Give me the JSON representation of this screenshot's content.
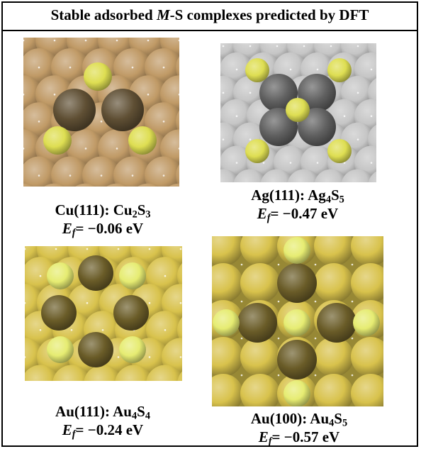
{
  "header": {
    "prefix": "Stable adsorbed ",
    "italic": "M",
    "suffix": "-S complexes predicted by DFT"
  },
  "panels": [
    {
      "id": "cu111",
      "surface": "Cu(111): ",
      "formula": [
        {
          "t": "Cu"
        },
        {
          "s": "2"
        },
        {
          "t": "S"
        },
        {
          "s": "3"
        }
      ],
      "ef_symbol": "E",
      "ef_sub": "f",
      "ef_value": "= −0.06 eV",
      "colors": {
        "substrate": "#c09a66",
        "cluster": "#5f4f34",
        "sulfur": "#dede52"
      }
    },
    {
      "id": "ag111",
      "surface": "Ag(111): ",
      "formula": [
        {
          "t": "Ag"
        },
        {
          "s": "4"
        },
        {
          "t": "S"
        },
        {
          "s": "5"
        }
      ],
      "ef_symbol": "E",
      "ef_sub": "f",
      "ef_value": "= −0.47 eV",
      "colors": {
        "substrate": "#c6c6c6",
        "cluster": "#606060",
        "sulfur": "#dede52"
      }
    },
    {
      "id": "au111",
      "surface": "Au(111): ",
      "formula": [
        {
          "t": "Au"
        },
        {
          "s": "4"
        },
        {
          "t": "S"
        },
        {
          "s": "4"
        }
      ],
      "ef_symbol": "E",
      "ef_sub": "f",
      "ef_value": "= −0.24 eV",
      "colors": {
        "substrate": "#d8c24c",
        "cluster": "#6a5c28",
        "sulfur": "#e6ec72"
      }
    },
    {
      "id": "au100",
      "surface": "Au(100): ",
      "formula": [
        {
          "t": "Au"
        },
        {
          "s": "4"
        },
        {
          "t": "S"
        },
        {
          "s": "5"
        }
      ],
      "ef_symbol": "E",
      "ef_sub": "f",
      "ef_value": "= −0.57 eV",
      "colors": {
        "substrate": "#d8c24c",
        "cluster": "#6a5c28",
        "sulfur": "#e6ec72"
      }
    }
  ]
}
